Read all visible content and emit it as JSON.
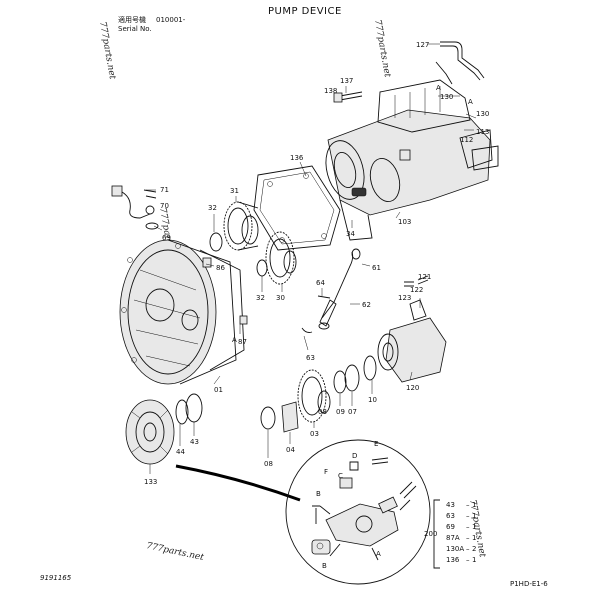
{
  "header": {
    "title": "PUMP DEVICE",
    "applicable_model_jp": "適用号機",
    "serial_range": "010001-",
    "serial_label": "Serial No."
  },
  "watermarks": [
    "777parts.net",
    "777parts.net",
    "777parts.net",
    "777parts.net",
    "777parts.net"
  ],
  "footer": {
    "left_code": "9191165",
    "right_code": "P1HD-E1-6"
  },
  "callouts": {
    "c127": "127",
    "c137": "137",
    "c138": "138",
    "c130a": "130",
    "c130b": "130",
    "c113": "113",
    "c112": "112",
    "c136": "136",
    "c103": "103",
    "c71": "71",
    "c70": "70",
    "c69": "69",
    "c31": "31",
    "c32a": "32",
    "c32b": "32",
    "c34": "34",
    "c30": "30",
    "c86": "86",
    "c61": "61",
    "c64": "64",
    "c62": "62",
    "c121": "121",
    "c122": "122",
    "c123": "123",
    "c87": "87",
    "c63": "63",
    "c120": "120",
    "c01": "01",
    "c07": "07",
    "c09": "09",
    "c10": "10",
    "c43": "43",
    "c44": "44",
    "c08a": "08",
    "c04": "04",
    "c03": "03",
    "c133": "133",
    "c08b": "08",
    "cA1": "A",
    "cA2": "A",
    "cA3": "A",
    "cA4": "A",
    "cB1": "B",
    "cB2": "B",
    "cC": "C",
    "cD": "D",
    "cE": "E",
    "cF": "F"
  },
  "kit": {
    "number": "200",
    "items": [
      {
        "part": "43",
        "qty": "1"
      },
      {
        "part": "63",
        "qty": "1"
      },
      {
        "part": "69",
        "qty": "1"
      },
      {
        "part": "87A",
        "qty": "1"
      },
      {
        "part": "130A",
        "qty": "2"
      },
      {
        "part": "136",
        "qty": "1"
      }
    ]
  }
}
